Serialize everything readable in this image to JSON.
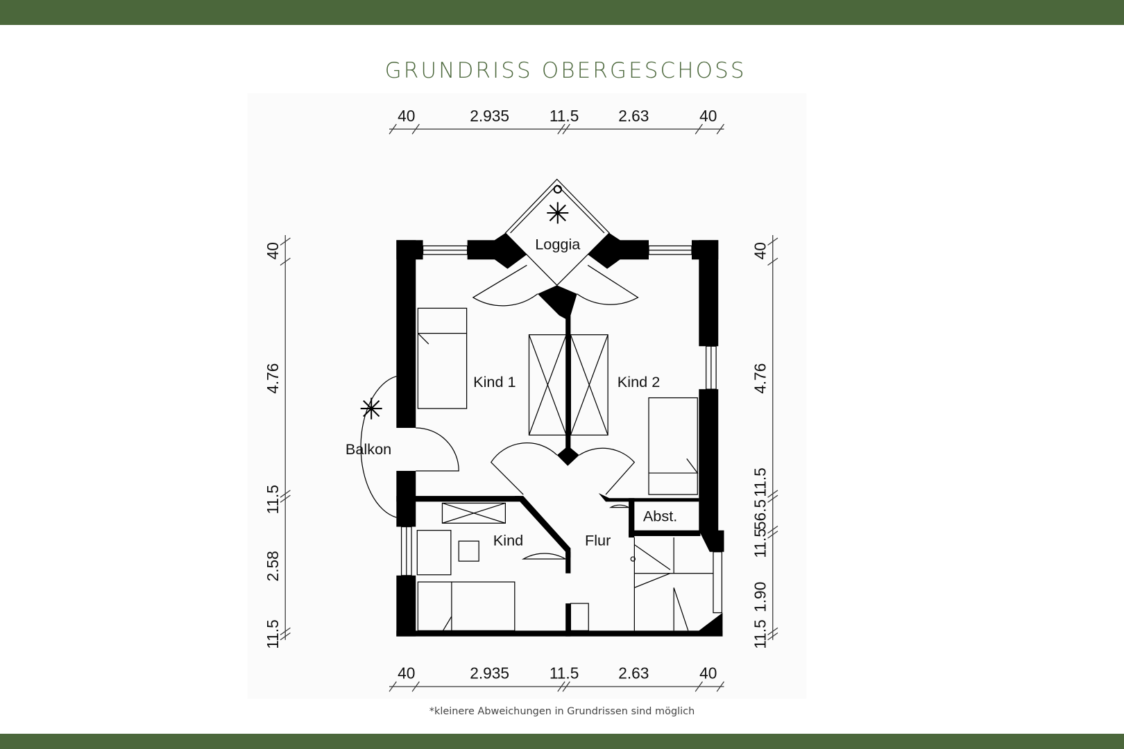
{
  "title": "GRUNDRISS OBERGESCHOSS",
  "footnote": "*kleinere Abweichungen in Grundrissen sind möglich",
  "colors": {
    "brand": "#4b673b",
    "walls": "#000000"
  },
  "dimensions": {
    "top": [
      "40",
      "2.935",
      "11.5",
      "2.63",
      "40"
    ],
    "bottom": [
      "40",
      "2.935",
      "11.5",
      "2.63",
      "40"
    ],
    "left": [
      "40",
      "4.76",
      "11.5",
      "2.58",
      "11.5"
    ],
    "right": [
      "40",
      "4.76",
      "11.5",
      "56.5",
      "11.5",
      "1.90",
      "11.5"
    ]
  },
  "rooms": {
    "loggia": "Loggia",
    "kind1": "Kind 1",
    "kind2": "Kind 2",
    "balkon": "Balkon",
    "kind": "Kind",
    "flur": "Flur",
    "abst": "Abst."
  }
}
